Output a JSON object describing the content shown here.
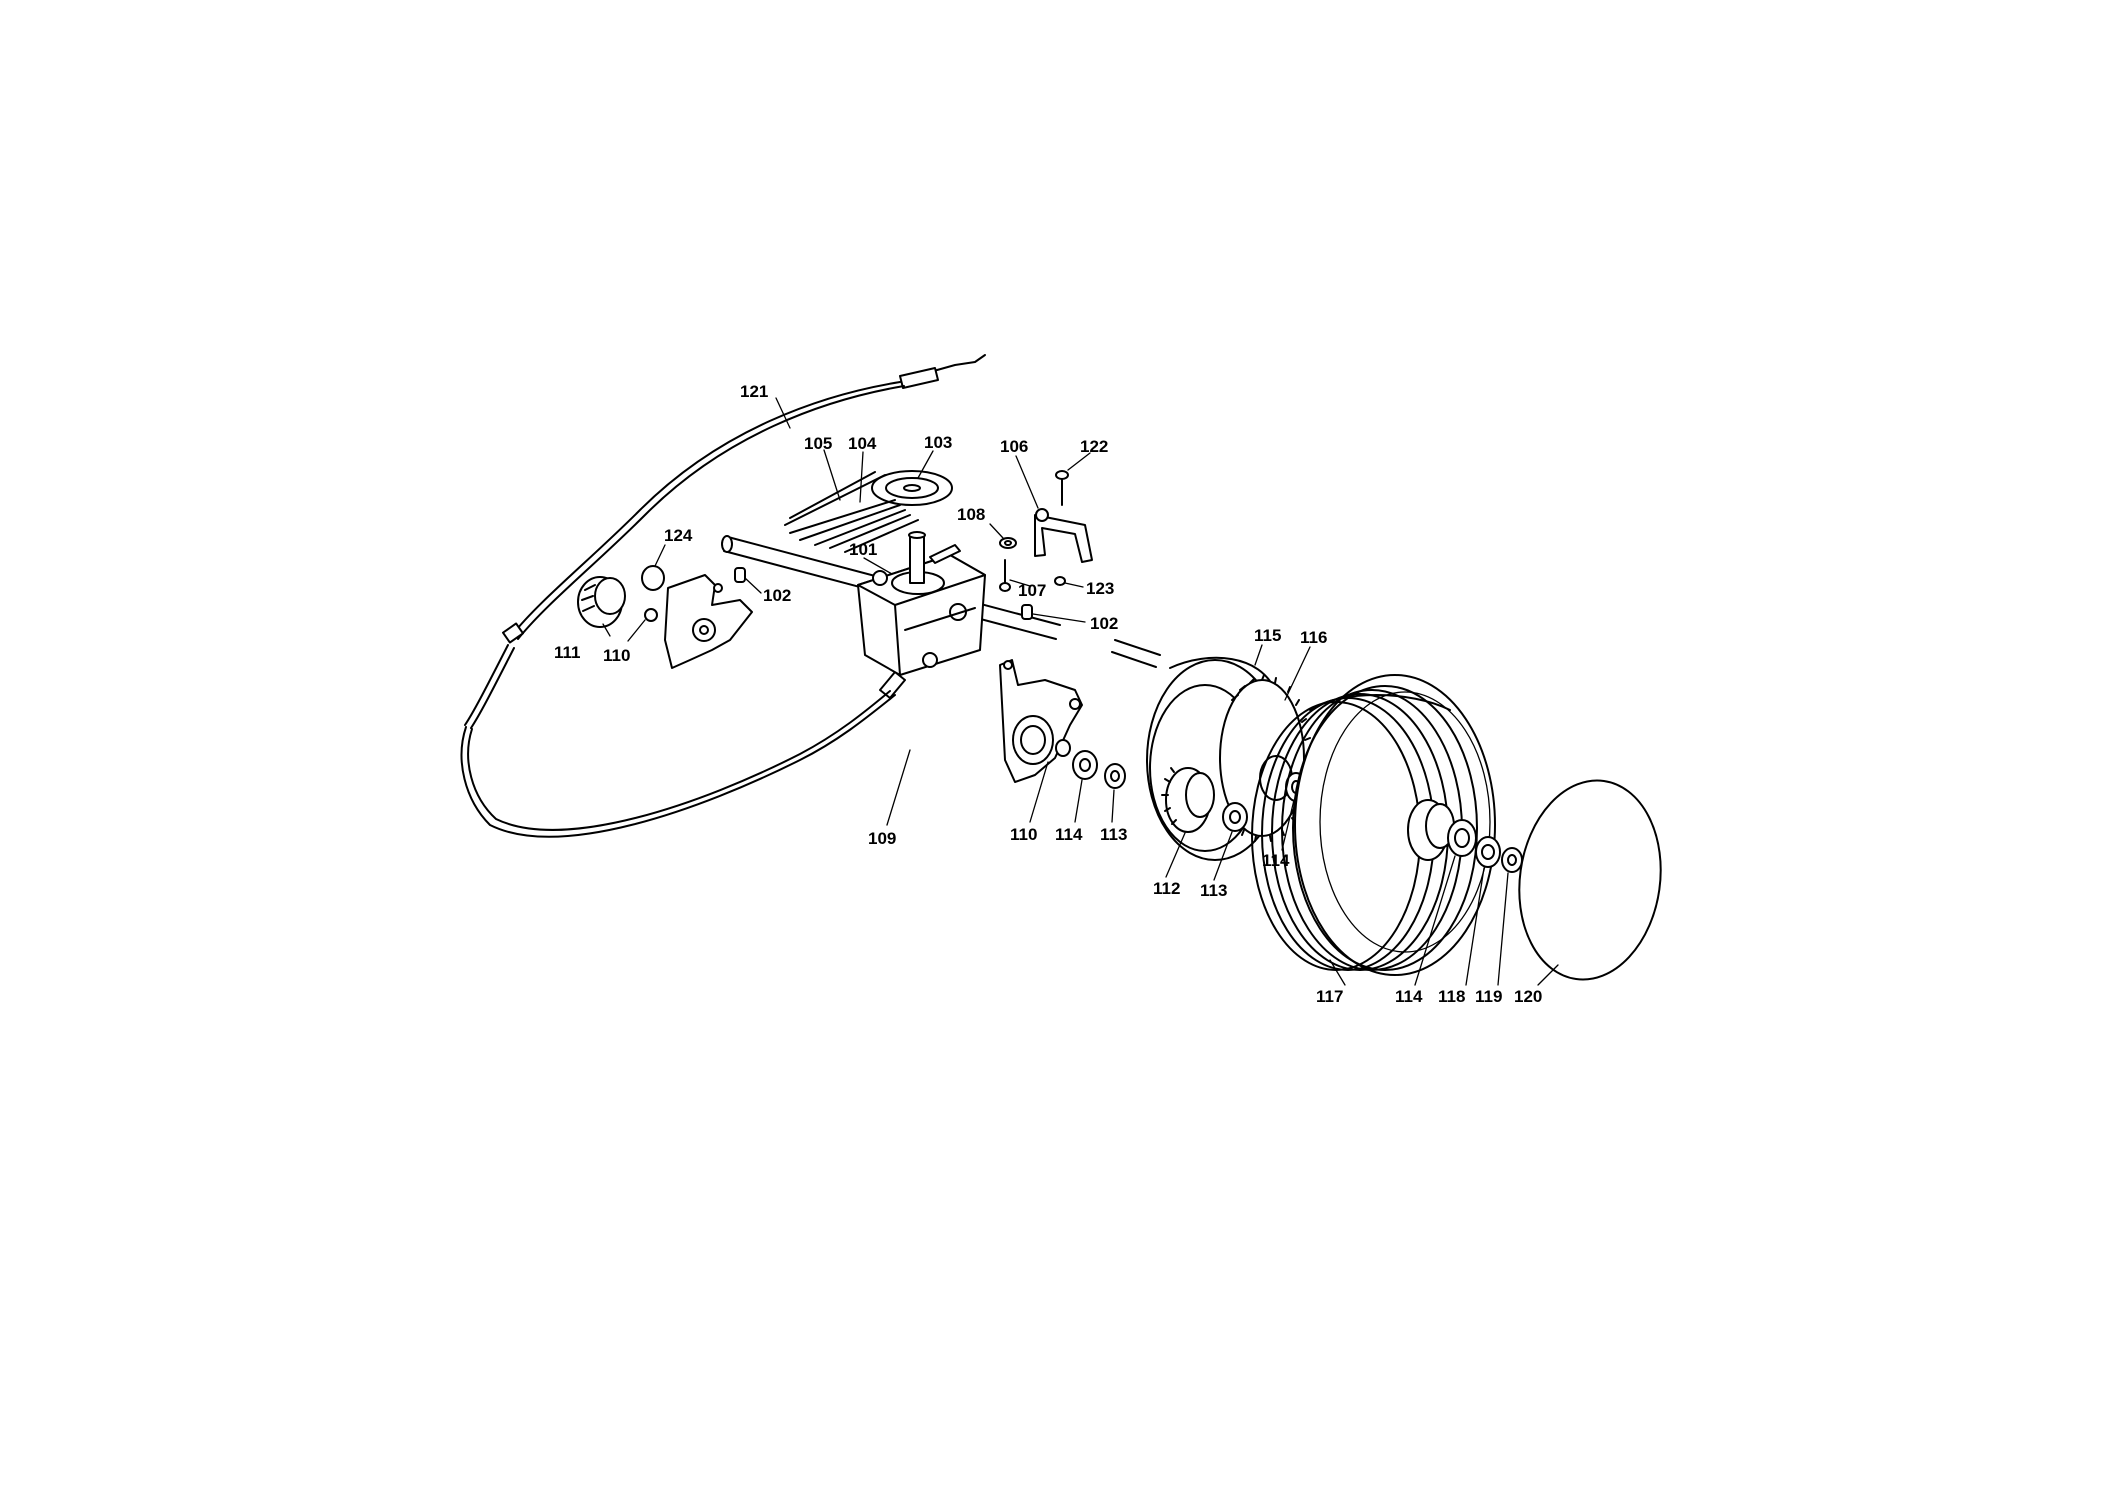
{
  "callouts": [
    {
      "id": "121",
      "text": "121"
    },
    {
      "id": "105",
      "text": "105"
    },
    {
      "id": "104",
      "text": "104"
    },
    {
      "id": "103",
      "text": "103"
    },
    {
      "id": "106",
      "text": "106"
    },
    {
      "id": "122",
      "text": "122"
    },
    {
      "id": "108",
      "text": "108"
    },
    {
      "id": "124",
      "text": "124"
    },
    {
      "id": "101",
      "text": "101"
    },
    {
      "id": "102a",
      "text": "102"
    },
    {
      "id": "107",
      "text": "107"
    },
    {
      "id": "123",
      "text": "123"
    },
    {
      "id": "102b",
      "text": "102"
    },
    {
      "id": "111",
      "text": "111"
    },
    {
      "id": "110a",
      "text": "110"
    },
    {
      "id": "115",
      "text": "115"
    },
    {
      "id": "116",
      "text": "116"
    },
    {
      "id": "109",
      "text": "109"
    },
    {
      "id": "110b",
      "text": "110"
    },
    {
      "id": "114a",
      "text": "114"
    },
    {
      "id": "113a",
      "text": "113"
    },
    {
      "id": "114b",
      "text": "114"
    },
    {
      "id": "112",
      "text": "112"
    },
    {
      "id": "113b",
      "text": "113"
    },
    {
      "id": "117",
      "text": "117"
    },
    {
      "id": "114c",
      "text": "114"
    },
    {
      "id": "118",
      "text": "118"
    },
    {
      "id": "119",
      "text": "119"
    },
    {
      "id": "120",
      "text": "120"
    }
  ]
}
